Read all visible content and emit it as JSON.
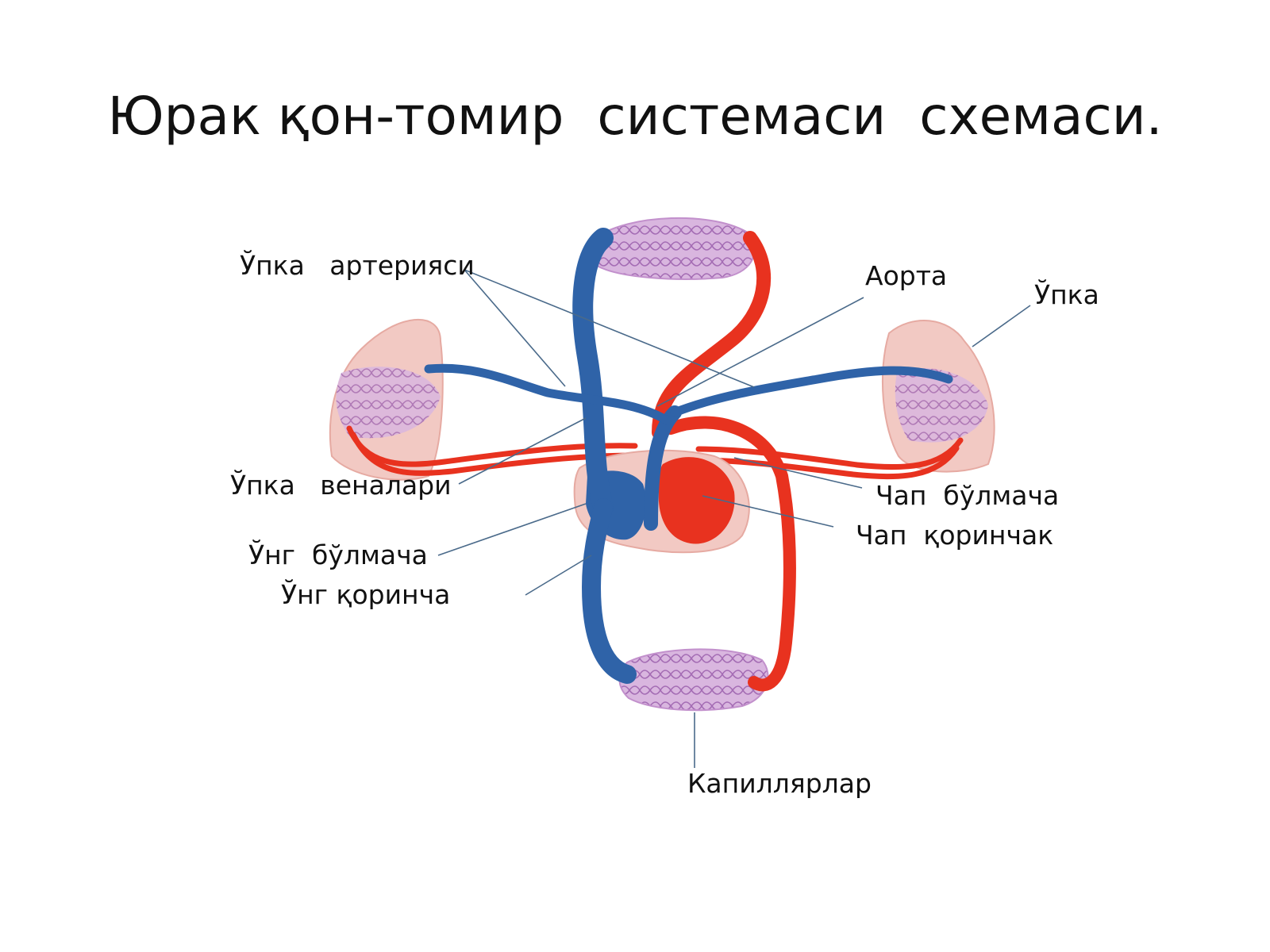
{
  "title": "Юрак қон-томир  системаси  схемаси.",
  "labels": {
    "pulmonary_artery": "Ўпка   артерияси",
    "pulmonary_veins": "Ўпка   веналари",
    "right_atrium": "Ўнг  бўлмача",
    "right_ventricle": "Ўнг қоринча",
    "aorta": "Аорта",
    "lung": "Ўпка",
    "left_atrium": "Чап  бўлмача",
    "left_ventricle": "Чап  қоринчак",
    "capillaries": "Капиллярлар"
  },
  "colors": {
    "vein_blue": "#2f63a8",
    "artery_red": "#e8321f",
    "lung_pink": "#f2c9c3",
    "capillary_purple": "#c59ad0",
    "leader_line": "#4a6a8a"
  }
}
